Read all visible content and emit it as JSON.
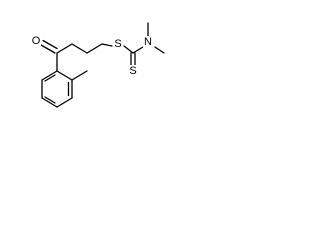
{
  "molecule": {
    "atoms": {
      "carbonyl_oxygen": "O",
      "thioether_sulfur": "S",
      "thione_sulfur": "S",
      "nitrogen": "N"
    }
  }
}
